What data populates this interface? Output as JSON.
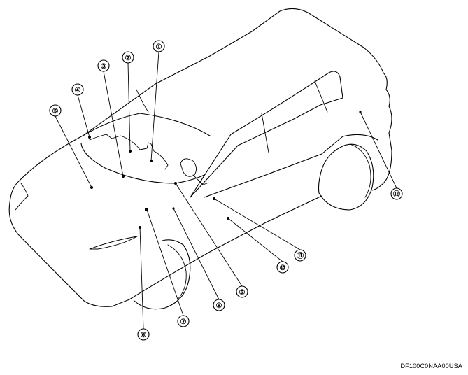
{
  "callouts": [
    {
      "label": "①"
    },
    {
      "label": "②"
    },
    {
      "label": "③"
    },
    {
      "label": "④"
    },
    {
      "label": "⑤"
    },
    {
      "label": "⑥"
    },
    {
      "label": "⑦"
    },
    {
      "label": "⑧"
    },
    {
      "label": "⑨"
    },
    {
      "label": "⑩"
    },
    {
      "label": "⑪"
    },
    {
      "label": "⑫"
    }
  ],
  "figure_code": "DF100C0NAA00USA"
}
